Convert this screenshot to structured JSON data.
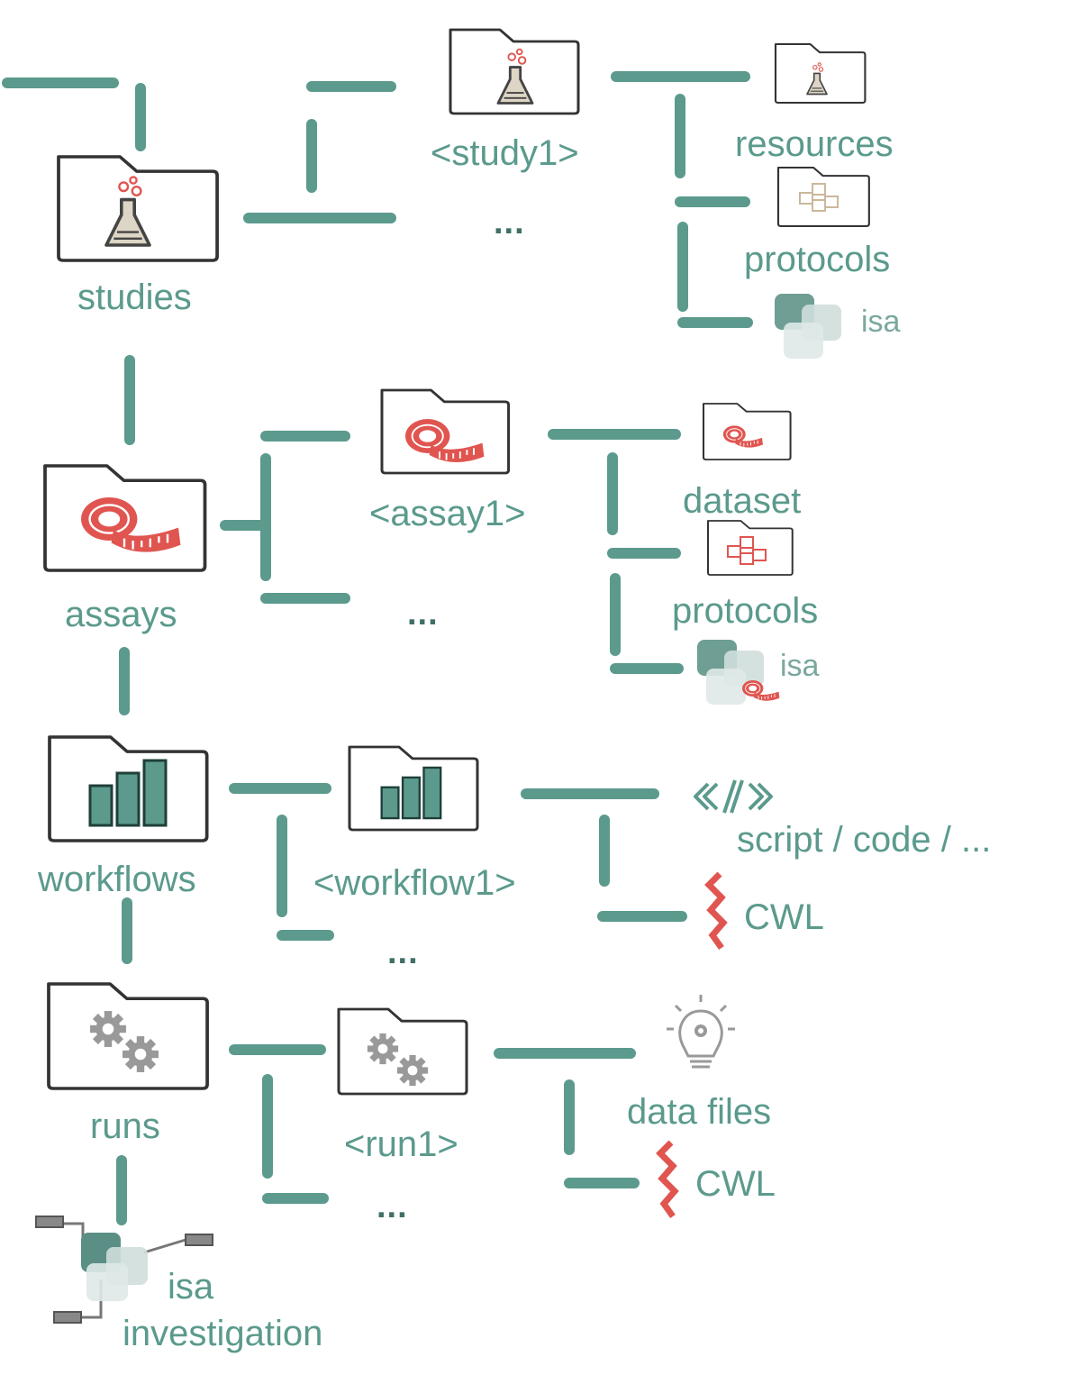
{
  "nodes": {
    "studies": "studies",
    "study1": "<study1>",
    "study_more": "...",
    "resources": "resources",
    "study_protocols": "protocols",
    "study_isa": "isa",
    "assays": "assays",
    "assay1": "<assay1>",
    "assay_more": "...",
    "dataset": "dataset",
    "assay_protocols": "protocols",
    "assay_isa": "isa",
    "workflows": "workflows",
    "workflow1": "<workflow1>",
    "workflow_more": "...",
    "script": "script / code /  ...",
    "workflow_cwl": "CWL",
    "runs": "runs",
    "run1": "<run1>",
    "run_more": "...",
    "data_files": "data files",
    "run_cwl": "CWL",
    "isa_investigation_1": "isa",
    "isa_investigation_2": "investigation"
  },
  "colors": {
    "connector": "#5b9a8d",
    "label": "#5b9a8d",
    "accent_red": "#e05550",
    "folder_outline": "#333333",
    "gear_gray": "#999999"
  },
  "icons": {
    "studies": "flask-folder-icon",
    "assays": "measuring-tape-folder-icon",
    "workflows": "bar-chart-folder-icon",
    "runs": "gears-folder-icon",
    "script": "code-icon",
    "cwl": "cwl-zigzag-icon",
    "data_files": "lightbulb-gear-icon",
    "isa": "isa-squares-icon"
  }
}
